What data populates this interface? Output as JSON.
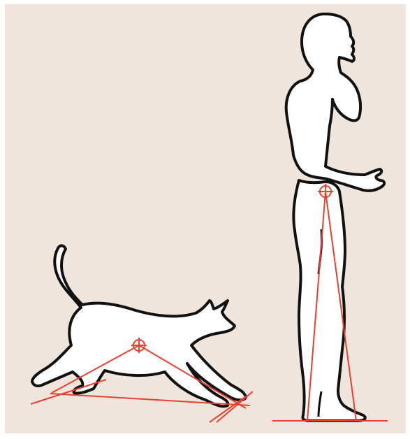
{
  "figure": {
    "subjects": [
      "cat",
      "man"
    ],
    "paper_color": "#efe5dc",
    "outline_color": "#111111",
    "fill_color": "#ffffff",
    "guide_color": "#e8402f",
    "marker": "center-of-gravity-crosshair"
  }
}
